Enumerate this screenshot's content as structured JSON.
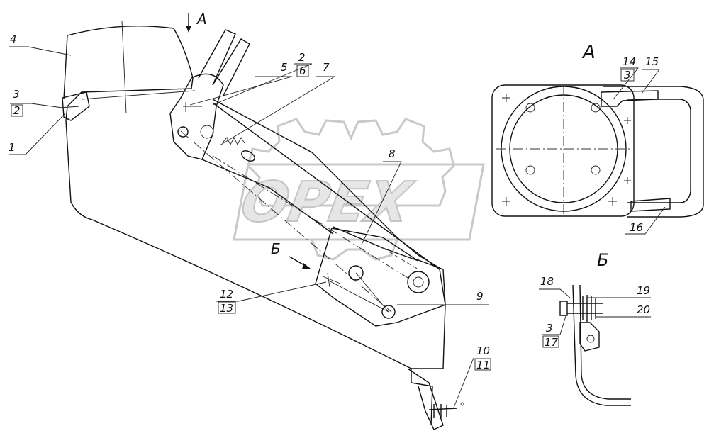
{
  "watermark": {
    "text": "OPEX"
  },
  "view_labels": {
    "main_view_arrow": "A",
    "view_a_title": "А",
    "arrow_b": "Б",
    "view_b_title": "Б"
  },
  "callouts": {
    "c1": "1",
    "c2": "2",
    "c3": "3",
    "c4": "4",
    "c5": "5",
    "c2b": "2",
    "c6": "6",
    "c7": "7",
    "c8": "8",
    "c9": "9",
    "c10": "10",
    "c11": "11",
    "c12": "12",
    "c13": "13",
    "c14": "14",
    "c3b": "3",
    "c15": "15",
    "c16": "16",
    "c18": "18",
    "c19": "19",
    "c20": "20",
    "c3c": "3",
    "c17": "17"
  }
}
